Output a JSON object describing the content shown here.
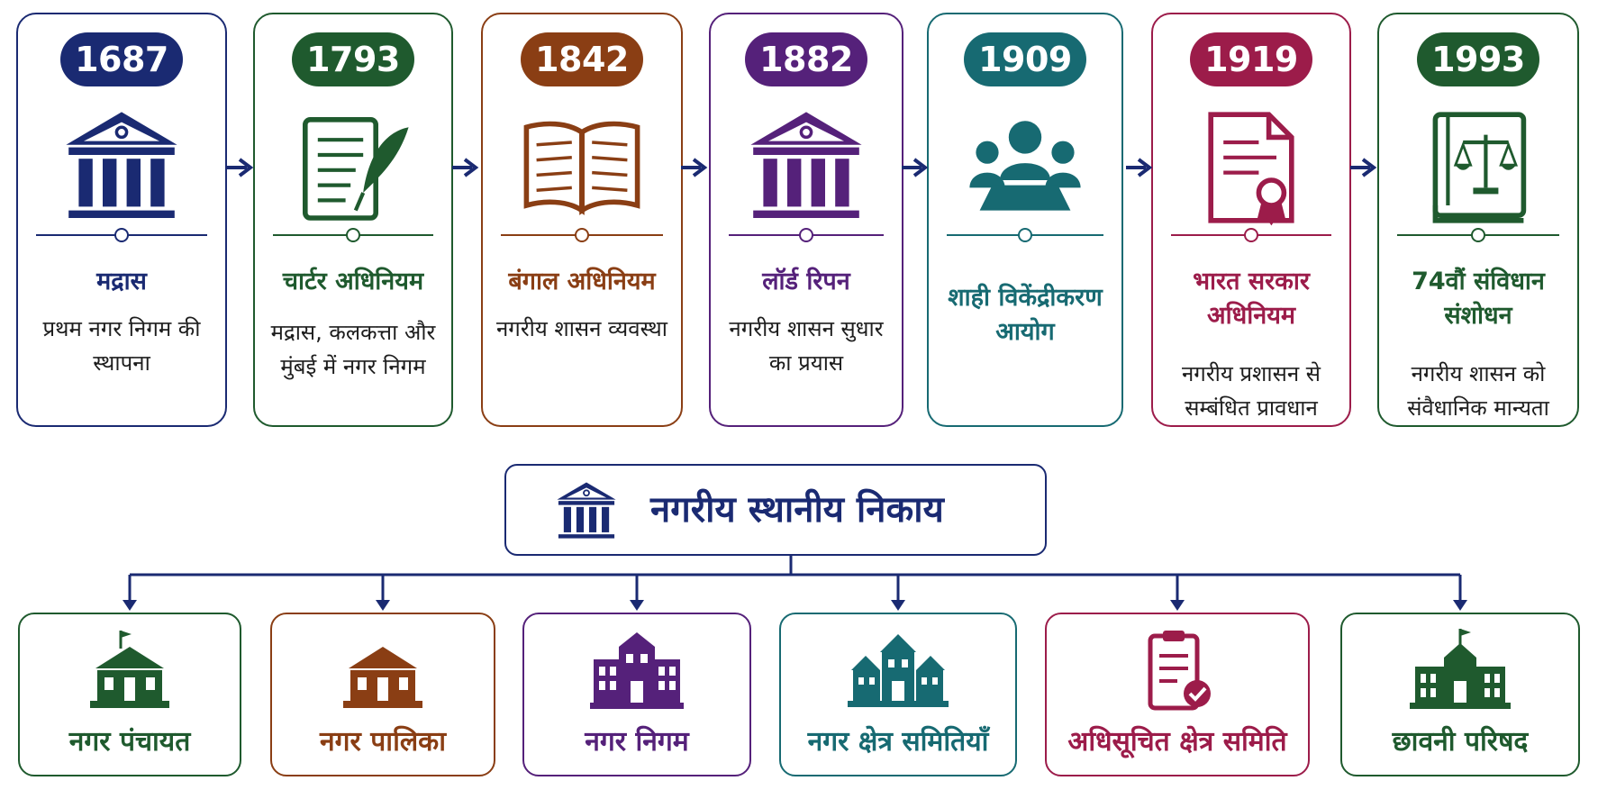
{
  "timeline": [
    {
      "year": "1687",
      "title": "मद्रास",
      "desc": "प्रथम नगर निगम की स्थापना",
      "color": "#1a2a72",
      "icon": "government-building-icon"
    },
    {
      "year": "1793",
      "title": "चार्टर अधिनियम",
      "desc": "मद्रास, कलकत्ता और मुंबई में नगर निगम",
      "color": "#1f5a2e",
      "icon": "scroll-quill-icon"
    },
    {
      "year": "1842",
      "title": "बंगाल अधिनियम",
      "desc": "नगरीय शासन व्यवस्था",
      "color": "#8a3e14",
      "icon": "open-book-icon"
    },
    {
      "year": "1882",
      "title": "लॉर्ड रिपन",
      "desc": "नगरीय शासन सुधार का प्रयास",
      "color": "#55217a",
      "icon": "government-building-icon"
    },
    {
      "year": "1909",
      "title": "शाही विकेंद्रीकरण आयोग",
      "desc": "",
      "color": "#176a72",
      "icon": "committee-meeting-icon"
    },
    {
      "year": "1919",
      "title": "भारत सरकार अधिनियम",
      "desc": "नगरीय प्रशासन से सम्बंधित प्रावधान",
      "color": "#9c1c4a",
      "icon": "certificate-document-icon"
    },
    {
      "year": "1993",
      "title": "74वौं संविधान संशोधन",
      "desc": "नगरीय शासन को संवैधानिक मान्यता",
      "color": "#1f5a2e",
      "icon": "law-book-scales-icon"
    }
  ],
  "hub": {
    "title": "नगरीय स्थानीय निकाय",
    "color": "#1a2a72",
    "icon": "government-building-icon"
  },
  "bodies": [
    {
      "label": "नगर पंचायत",
      "color": "#1f5a2e",
      "icon": "small-town-hall-icon"
    },
    {
      "label": "नगर पालिका",
      "color": "#8a3e14",
      "icon": "municipal-building-icon"
    },
    {
      "label": "नगर निगम",
      "color": "#55217a",
      "icon": "corporation-building-icon"
    },
    {
      "label": "नगर क्षेत्र समितियाँ",
      "color": "#176a72",
      "icon": "building-cluster-icon"
    },
    {
      "label": "अधिसूचित क्षेत्र समिति",
      "color": "#9c1c4a",
      "icon": "clipboard-check-icon"
    },
    {
      "label": "छावनी परिषद",
      "color": "#1f5a2e",
      "icon": "cantonment-building-icon"
    }
  ],
  "connector_color": "#1a2a72"
}
